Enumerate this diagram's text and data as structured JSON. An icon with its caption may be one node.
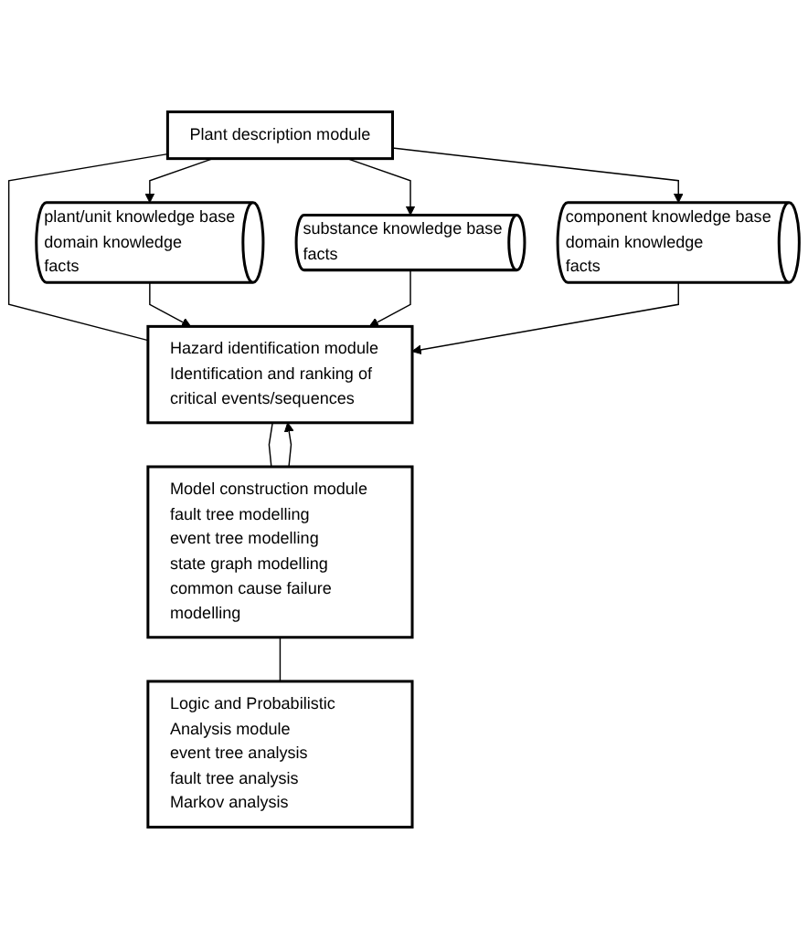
{
  "diagram": {
    "nodes": [
      {
        "text": [
          "Plant description module"
        ]
      },
      {
        "text": [
          "Hazard identification module",
          "Identification and ranking of critical events/sequences"
        ]
      },
      {
        "text": [
          "Model construction module",
          "fault tree modelling",
          "event tree modelling",
          "state graph modelling",
          "common cause failure modelling"
        ]
      },
      {
        "text": [
          "Logic and Probabilistic Analysis module",
          "event tree analysis",
          "fault tree analysis",
          "Markov analysis"
        ]
      },
      {
        "text": [
          "plant/unit knowledge base",
          "domain knowledge",
          "facts"
        ]
      },
      {
        "text": [
          "substance knowledge base",
          "facts"
        ]
      },
      {
        "text": [
          "component knowledge base",
          "domain knowledge",
          "facts"
        ]
      }
    ],
    "edges": [
      {
        "from": 0,
        "to": 1,
        "arrow": "none"
      },
      {
        "from": 1,
        "to": 2,
        "arrow": "none"
      },
      {
        "from": 2,
        "to": 3,
        "arrow": "none"
      },
      {
        "from": 0,
        "to": 4,
        "arrow": "to"
      },
      {
        "from": 0,
        "to": 5,
        "arrow": "to"
      },
      {
        "from": 0,
        "to": 6,
        "arrow": "to"
      },
      {
        "from": 4,
        "to": 1,
        "arrow": "to"
      },
      {
        "from": 5,
        "to": 1,
        "arrow": "to"
      },
      {
        "from": 6,
        "to": 1,
        "arrow": "to"
      },
      {
        "from": 2,
        "to": 1,
        "arrow": "to"
      }
    ]
  }
}
